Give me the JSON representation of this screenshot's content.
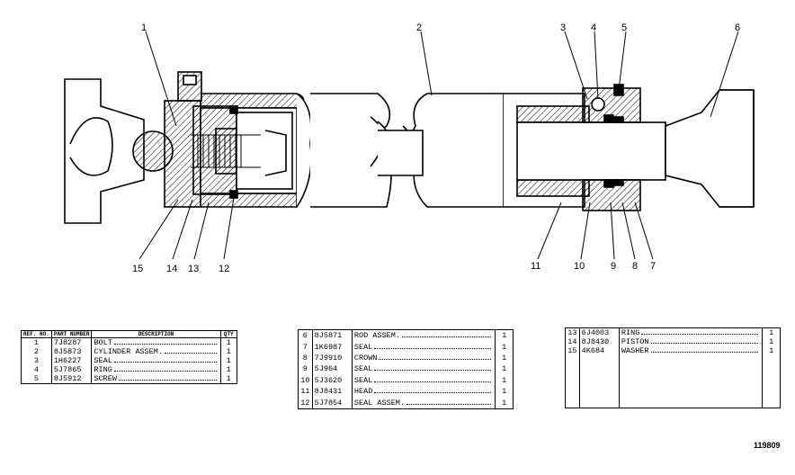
{
  "callouts": [
    {
      "id": "1",
      "label": "1"
    },
    {
      "id": "2",
      "label": "2"
    },
    {
      "id": "3",
      "label": "3"
    },
    {
      "id": "4",
      "label": "4"
    },
    {
      "id": "5",
      "label": "5"
    },
    {
      "id": "6",
      "label": "6"
    },
    {
      "id": "7",
      "label": "7"
    },
    {
      "id": "8",
      "label": "8"
    },
    {
      "id": "9",
      "label": "9"
    },
    {
      "id": "10",
      "label": "10"
    },
    {
      "id": "11",
      "label": "11"
    },
    {
      "id": "12",
      "label": "12"
    },
    {
      "id": "13",
      "label": "13"
    },
    {
      "id": "14",
      "label": "14"
    },
    {
      "id": "15",
      "label": "15"
    }
  ],
  "table_headers": {
    "ref": "REF. NO.",
    "part": "PART NUMBER",
    "desc": "DESCRIPTION",
    "qty": "QTY"
  },
  "parts": [
    {
      "ref": "1",
      "part": "7J8287",
      "desc": "BOLT",
      "qty": "1"
    },
    {
      "ref": "2",
      "part": "8J5873",
      "desc": "CYLINDER ASSEM.",
      "qty": "1"
    },
    {
      "ref": "3",
      "part": "1H6227",
      "desc": "SEAL",
      "qty": "1"
    },
    {
      "ref": "4",
      "part": "5J7865",
      "desc": "RING",
      "qty": "1"
    },
    {
      "ref": "5",
      "part": "8J5912",
      "desc": "SCREW",
      "qty": "1"
    },
    {
      "ref": "6",
      "part": "8J5871",
      "desc": "ROD ASSEM.",
      "qty": "1"
    },
    {
      "ref": "7",
      "part": "1K6987",
      "desc": "SEAL",
      "qty": "1"
    },
    {
      "ref": "8",
      "part": "7J9910",
      "desc": "CROWN",
      "qty": "1"
    },
    {
      "ref": "9",
      "part": "5J964",
      "desc": "SEAL",
      "qty": "1"
    },
    {
      "ref": "10",
      "part": "5J3620",
      "desc": "SEAL",
      "qty": "1"
    },
    {
      "ref": "11",
      "part": "8J8431",
      "desc": "HEAD",
      "qty": "1"
    },
    {
      "ref": "12",
      "part": "5J7854",
      "desc": "SEAL ASSEM.",
      "qty": "1"
    },
    {
      "ref": "13",
      "part": "6J4003",
      "desc": "RING",
      "qty": "1"
    },
    {
      "ref": "14",
      "part": "8J8430",
      "desc": "PISTON",
      "qty": "1"
    },
    {
      "ref": "15",
      "part": "4K684",
      "desc": "WASHER",
      "qty": "1"
    }
  ],
  "drawing_number": "119809"
}
